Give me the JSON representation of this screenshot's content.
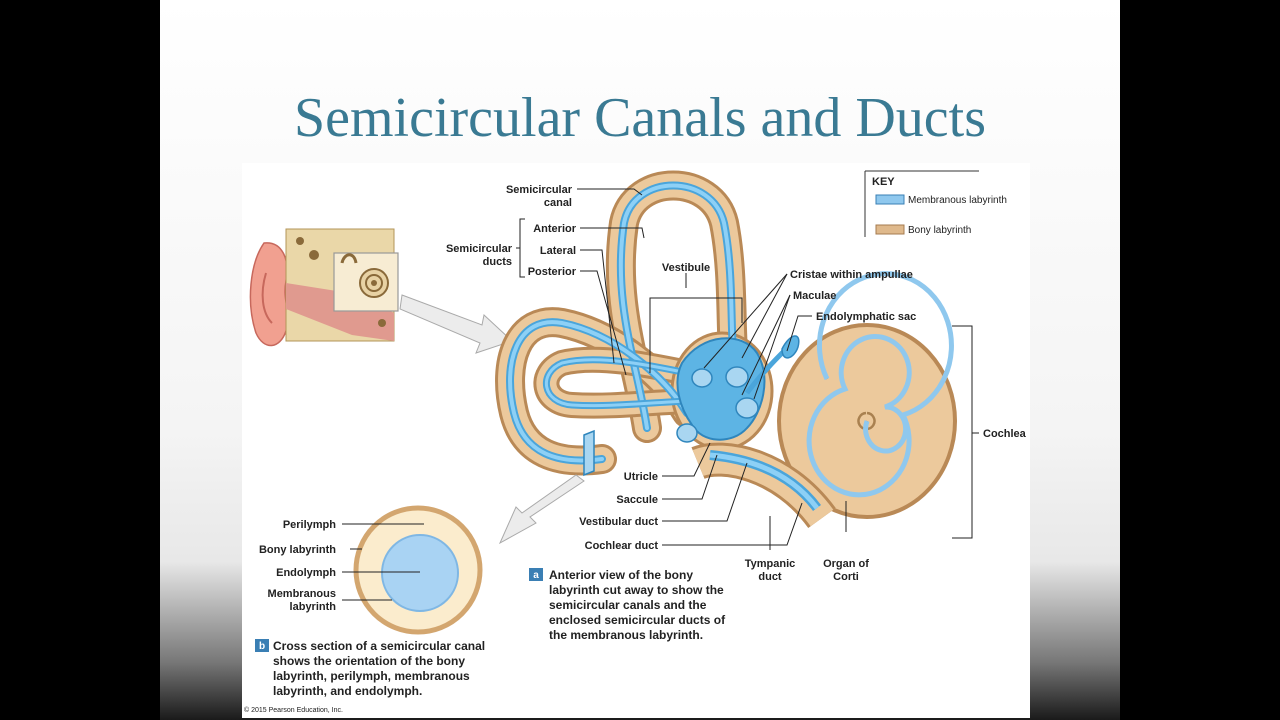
{
  "slide": {
    "title": "Semicircular Canals and Ducts"
  },
  "key": {
    "title": "KEY",
    "membranous": "Membranous labyrinth",
    "bony": "Bony labyrinth"
  },
  "labels": {
    "semicircular_canal": "Semicircular canal",
    "semicircular_ducts": "Semicircular ducts",
    "anterior": "Anterior",
    "lateral": "Lateral",
    "posterior": "Posterior",
    "vestibule": "Vestibule",
    "cristae": "Cristae within ampullae",
    "maculae": "Maculae",
    "endolymphatic_sac": "Endolymphatic sac",
    "cochlea": "Cochlea",
    "utricle": "Utricle",
    "saccule": "Saccule",
    "vestibular_duct": "Vestibular duct",
    "cochlear_duct": "Cochlear duct",
    "tympanic_duct": "Tympanic duct",
    "organ_of_corti": "Organ of Corti",
    "perilymph": "Perilymph",
    "bony_labyrinth": "Bony labyrinth",
    "endolymph": "Endolymph",
    "membranous_labyrinth": "Membranous labyrinth"
  },
  "captions": {
    "a_letter": "a",
    "a_text": "Anterior view of the bony labyrinth cut away to show the semicircular canals and the enclosed semicircular ducts of the membranous labyrinth.",
    "b_letter": "b",
    "b_text": "Cross section of a semicircular canal shows the orientation of the bony labyrinth, perilymph, membranous labyrinth, and endolymph."
  },
  "copyright": "© 2015 Pearson Education, Inc.",
  "colors": {
    "title": "#3a7a93",
    "membranous": "#5db4e4",
    "bony": "#dfb98c",
    "perilymph": "#fbeccd"
  }
}
